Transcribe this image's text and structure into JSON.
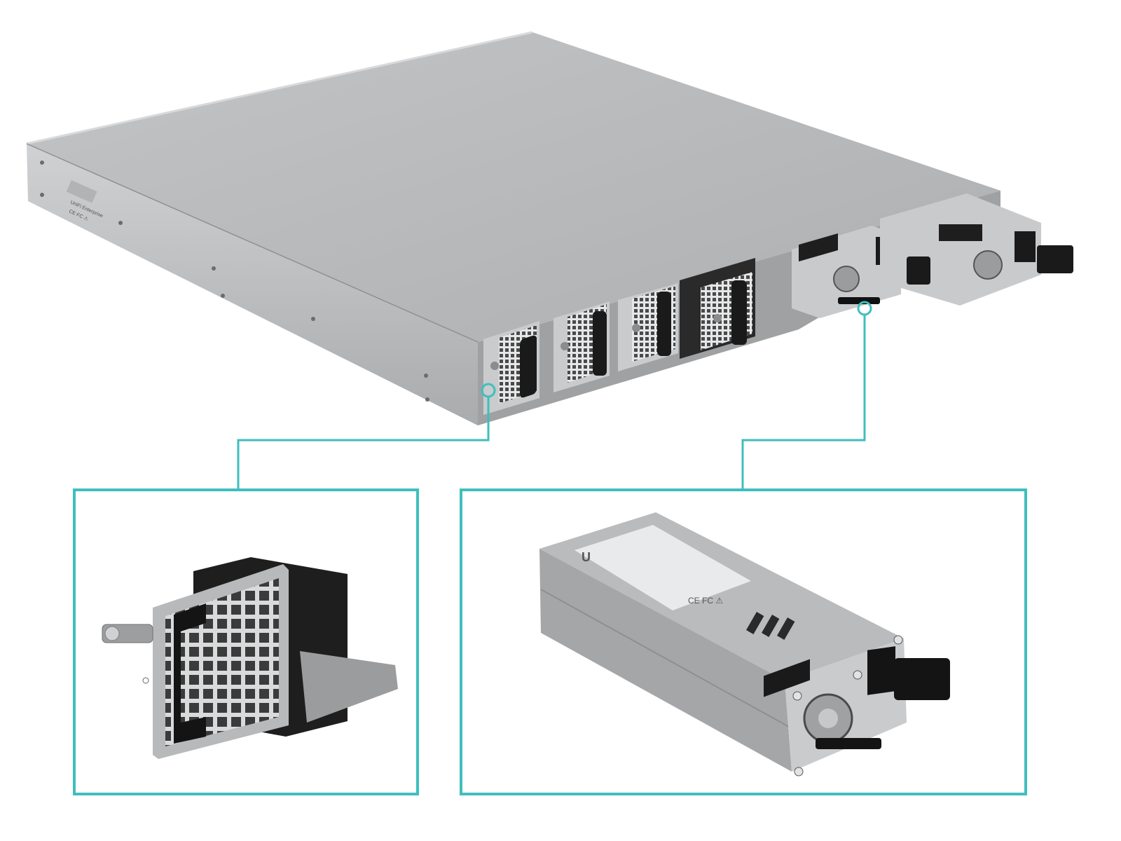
{
  "image": {
    "subject": "rack-mount-switch-rear-view",
    "accent_color": "#3fbfbd",
    "chassis_color": "#b9bbbd",
    "module_color": "#c8cacc",
    "handle_color": "#1a1a1a"
  },
  "chassis": {
    "fan_modules": 4,
    "power_supplies": 2,
    "label": {
      "brand": "UniFi Enterprise",
      "compliance": "CE FC ⚠"
    }
  },
  "callouts": [
    {
      "name": "fan-module-detail",
      "icon": "fan-module-icon"
    },
    {
      "name": "power-supply-detail",
      "icon": "power-supply-icon"
    }
  ],
  "psu_label": {
    "logo": "U",
    "compliance": "CE FC ⚠"
  }
}
